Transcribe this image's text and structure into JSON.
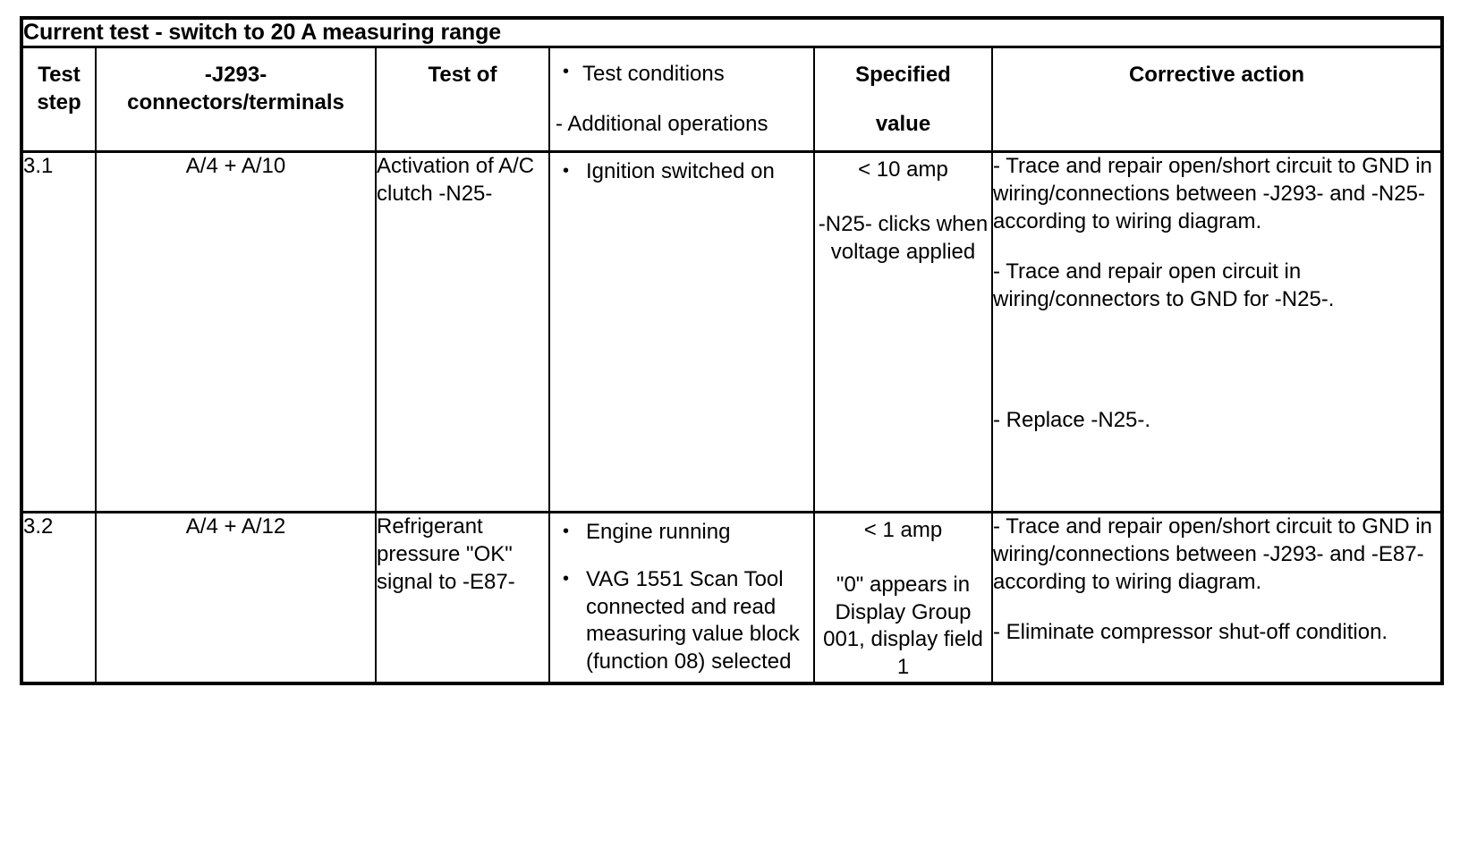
{
  "table": {
    "title": "Current test - switch to 20 A measuring range",
    "headers": {
      "test_step": {
        "line1": "Test",
        "line2": "step"
      },
      "connectors": {
        "line1": "-J293-",
        "line2": "connectors/terminals"
      },
      "test_of": "Test of",
      "conditions": {
        "bullet": "Test conditions",
        "dash": "- Additional operations",
        "bullet_glyph": "•"
      },
      "specified_value": {
        "line1": "Specified",
        "line2": "value"
      },
      "corrective_action": "Corrective action"
    },
    "rows": [
      {
        "test_step": "3.1",
        "connectors": "A/4 + A/10",
        "test_of": "Activation of A/C clutch -N25-",
        "conditions": [
          {
            "glyph": "•",
            "text": "Ignition switched on"
          }
        ],
        "specified_value": {
          "primary": "< 10 amp",
          "note": "-N25- clicks when voltage applied"
        },
        "corrective_actions": [
          "- Trace and repair open/short circuit to GND in wiring/connections between -J293- and -N25- according to wiring diagram.",
          "- Trace and repair open circuit in wiring/connectors to GND for -N25-.",
          "- Replace -N25-."
        ]
      },
      {
        "test_step": "3.2",
        "connectors": "A/4 + A/12",
        "test_of": "Refrigerant pressure \"OK\" signal to -E87-",
        "conditions": [
          {
            "glyph": "•",
            "text": "Engine running"
          },
          {
            "glyph": "•",
            "text": "VAG 1551 Scan Tool connected and read measuring value block (function 08) selected"
          }
        ],
        "specified_value": {
          "primary": "< 1 amp",
          "note": "\"0\" appears in Display Group 001, display field 1"
        },
        "corrective_actions": [
          "- Trace and repair open/short circuit to GND in wiring/connections between -J293- and -E87- according to wiring diagram.",
          "- Eliminate compressor shut-off condition."
        ]
      }
    ]
  }
}
